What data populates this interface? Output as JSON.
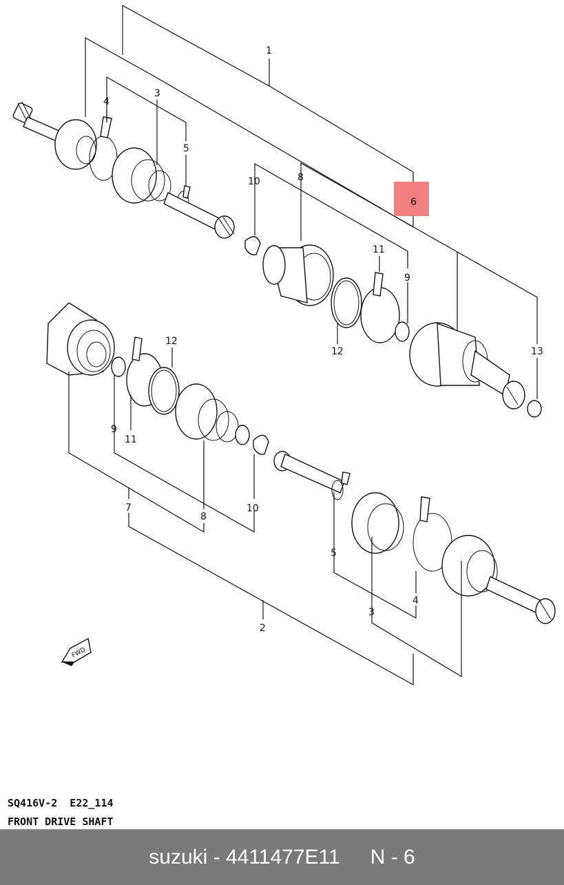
{
  "diagram": {
    "callouts": [
      "1",
      "2",
      "3",
      "4",
      "5",
      "6",
      "7",
      "8",
      "9",
      "10",
      "11",
      "12",
      "13"
    ],
    "highlight_color": "#f08080",
    "highlighted_callout": "6",
    "direction_arrow_label": "FWD"
  },
  "caption": {
    "model_code": "SQ416V-2  E22_114",
    "title": "FRONT DRIVE SHAFT"
  },
  "footer": {
    "brand": "suzuki",
    "separator": " - ",
    "part_number": "4411477E11",
    "position": "N - 6",
    "background": "#7a7a7a"
  }
}
